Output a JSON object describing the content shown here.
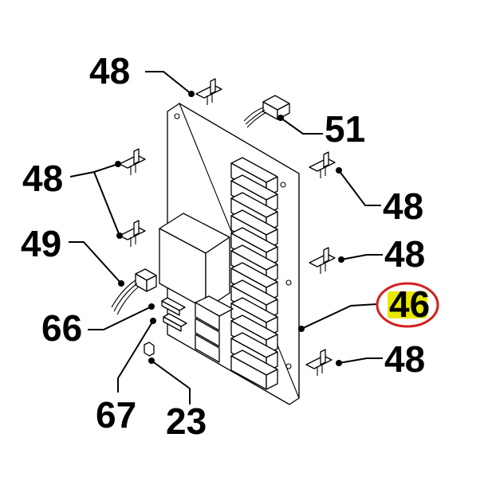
{
  "callouts": {
    "c48_top": "48",
    "c51": "51",
    "c48_left": "48",
    "c48_right1": "48",
    "c49": "49",
    "c48_right2": "48",
    "c46": "46",
    "c66": "66",
    "c48_right3": "48",
    "c67": "67",
    "c23": "23"
  },
  "colors": {
    "highlight": "#e8e800",
    "circle": "#d42020",
    "ink": "#000000"
  },
  "icons": {
    "board": "circuit-board-icon",
    "standoff": "standoff-clip-icon",
    "connector": "wire-connector-icon",
    "transformer": "transformer-icon",
    "relay": "relay-block-icon"
  }
}
